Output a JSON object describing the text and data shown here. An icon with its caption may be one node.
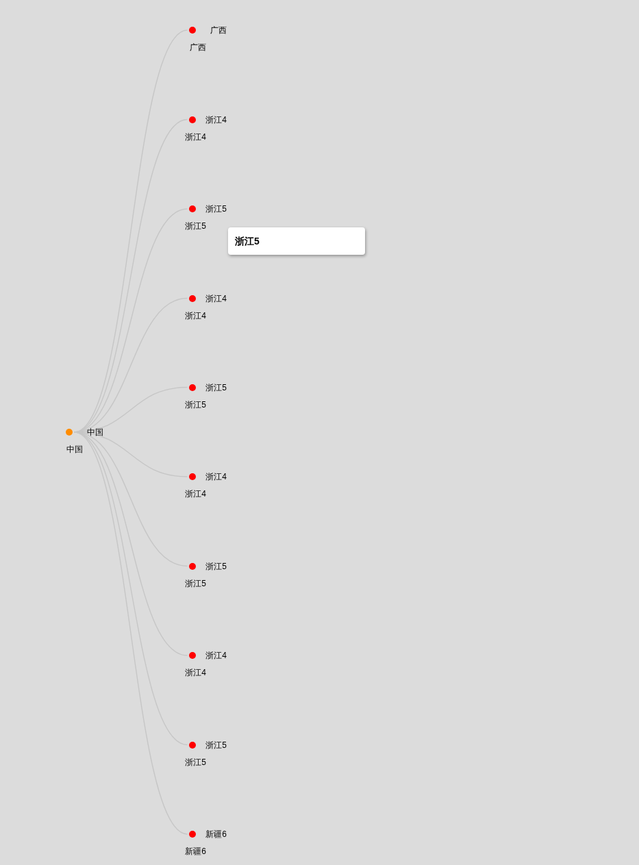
{
  "diagram": {
    "nodes": [
      {
        "text": [],
        "shape": "circle",
        "beside": [
          "中国",
          "中国"
        ]
      },
      {
        "text": [],
        "shape": "circle",
        "beside": [
          "广西",
          "广西"
        ]
      },
      {
        "text": [],
        "shape": "circle",
        "beside": [
          "浙江4",
          "浙江4"
        ]
      },
      {
        "text": [],
        "shape": "circle",
        "beside": [
          "浙江5",
          "浙江5"
        ]
      },
      {
        "text": [],
        "shape": "circle",
        "beside": [
          "浙江4",
          "浙江4"
        ]
      },
      {
        "text": [],
        "shape": "circle",
        "beside": [
          "浙江5",
          "浙江5"
        ]
      },
      {
        "text": [],
        "shape": "circle",
        "beside": [
          "浙江4",
          "浙江4"
        ]
      },
      {
        "text": [],
        "shape": "circle",
        "beside": [
          "浙江5",
          "浙江5"
        ]
      },
      {
        "text": [],
        "shape": "circle",
        "beside": [
          "浙江4",
          "浙江4"
        ]
      },
      {
        "text": [],
        "shape": "circle",
        "beside": [
          "浙江5",
          "浙江5"
        ]
      },
      {
        "text": [],
        "shape": "circle",
        "beside": [
          "新疆6",
          "新疆6"
        ]
      },
      {
        "text": [
          "浙江5"
        ]
      }
    ],
    "edges": [
      {
        "from": 0,
        "to": 1,
        "arrow": "none"
      },
      {
        "from": 0,
        "to": 2,
        "arrow": "none"
      },
      {
        "from": 0,
        "to": 3,
        "arrow": "none"
      },
      {
        "from": 0,
        "to": 4,
        "arrow": "none"
      },
      {
        "from": 0,
        "to": 5,
        "arrow": "none"
      },
      {
        "from": 0,
        "to": 6,
        "arrow": "none"
      },
      {
        "from": 0,
        "to": 7,
        "arrow": "none"
      },
      {
        "from": 0,
        "to": 8,
        "arrow": "none"
      },
      {
        "from": 0,
        "to": 9,
        "arrow": "none"
      },
      {
        "from": 0,
        "to": 10,
        "arrow": "none"
      }
    ]
  }
}
